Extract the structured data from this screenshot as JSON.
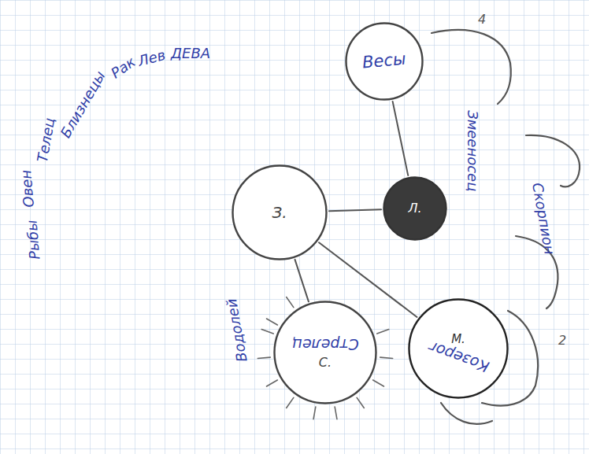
{
  "diagram": {
    "nodes": [
      {
        "text": [
          "Весы"
        ]
      },
      {
        "text": [
          "З."
        ]
      },
      {
        "text": [
          "Л."
        ]
      },
      {
        "text": [
          "Стрелец",
          "С."
        ]
      },
      {
        "text": [
          "М.",
          "Козерог"
        ]
      }
    ],
    "edges": [
      {
        "from": 0,
        "to": 2,
        "arrow": "none"
      },
      {
        "from": 1,
        "to": 2,
        "arrow": "none"
      },
      {
        "from": 1,
        "to": 3,
        "arrow": "none"
      },
      {
        "from": 1,
        "to": 4,
        "arrow": "none"
      }
    ],
    "labels": [
      "Рыбы",
      "Овен",
      "Телец",
      "Близнецы",
      "Рак",
      "Лев",
      "ДЕВА",
      "Водолей",
      "Змееносец",
      "Скорпион",
      "4",
      "2"
    ]
  }
}
